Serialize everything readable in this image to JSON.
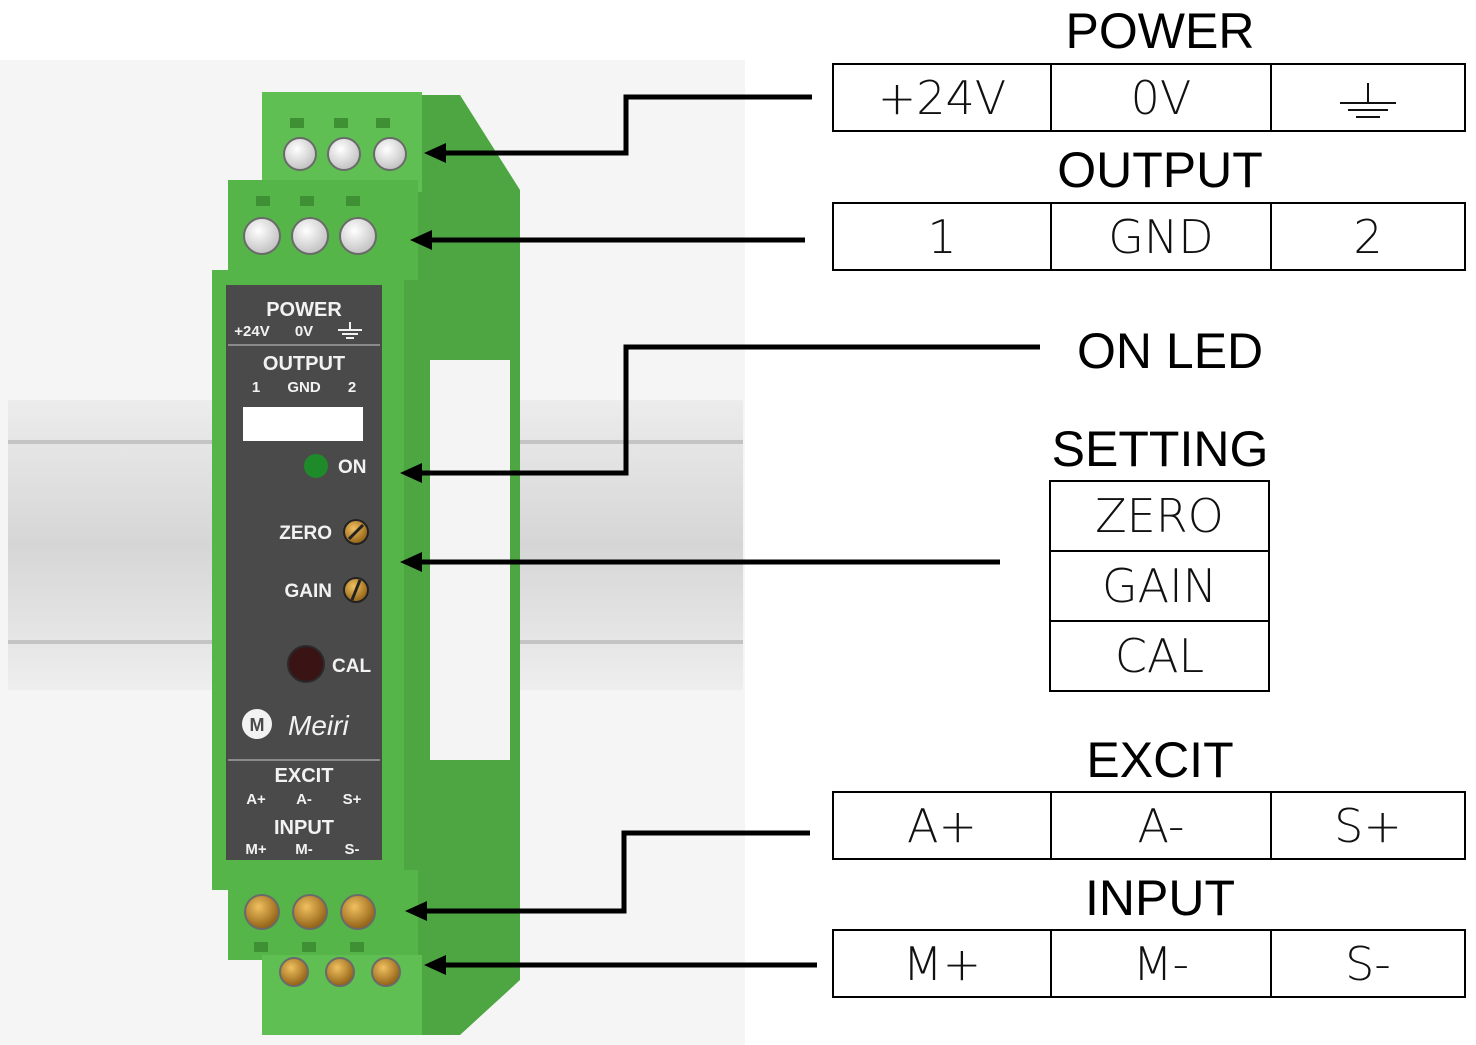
{
  "device": {
    "panel": {
      "power_label": "POWER",
      "power_pins": [
        "+24V",
        "0V"
      ],
      "output_label": "OUTPUT",
      "output_pins": [
        "1",
        "GND",
        "2"
      ],
      "on_label": "ON",
      "zero_label": "ZERO",
      "gain_label": "GAIN",
      "cal_label": "CAL",
      "brand": "Meiri",
      "brand_mark": "M",
      "excit_label": "EXCIT",
      "excit_pins": [
        "A+",
        "A-",
        "S+"
      ],
      "input_label": "INPUT",
      "input_pins": [
        "M+",
        "M-",
        "S-"
      ]
    },
    "colors": {
      "housing": "#55b548",
      "housing_dark": "#3f9a37",
      "panel": "#4a4a4a",
      "led": "#1f8a2a"
    }
  },
  "callouts": {
    "power": {
      "title": "POWER",
      "cells": [
        "+24V",
        "0V"
      ],
      "ground_icon": "ground-icon"
    },
    "output": {
      "title": "OUTPUT",
      "cells": [
        "1",
        "GND",
        "2"
      ]
    },
    "on_led": {
      "title": "ON LED"
    },
    "setting": {
      "title": "SETTING",
      "cells": [
        "ZERO",
        "GAIN",
        "CAL"
      ]
    },
    "excit": {
      "title": "EXCIT",
      "cells": [
        "A+",
        "A-",
        "S+"
      ]
    },
    "input": {
      "title": "INPUT",
      "cells": [
        "M+",
        "M-",
        "S-"
      ]
    }
  }
}
